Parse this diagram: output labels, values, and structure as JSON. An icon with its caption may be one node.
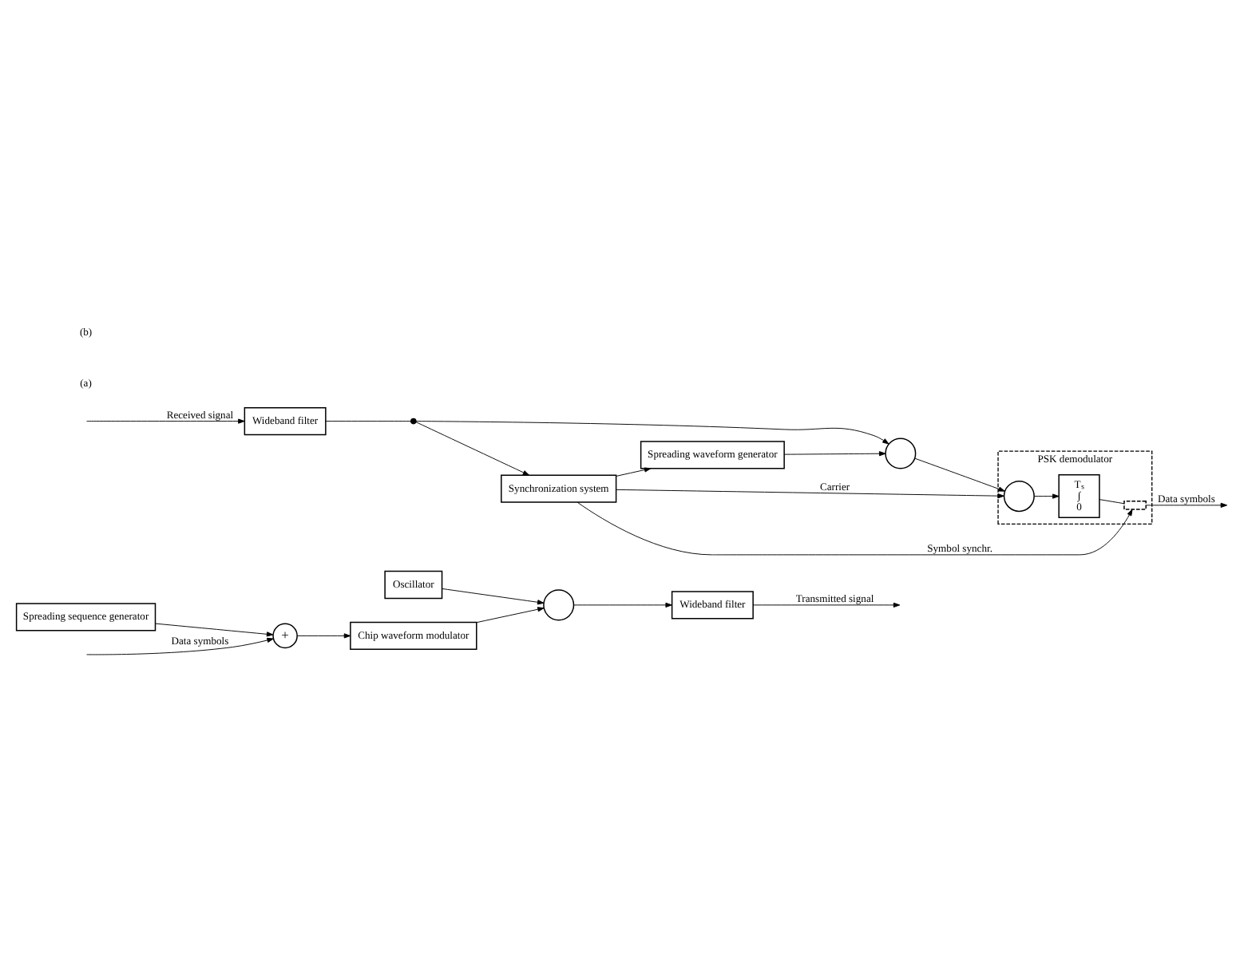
{
  "diagram": {
    "nodes": [
      {
        "text": [
          "+"
        ]
      },
      {
        "text": [
          "Chip waveform modulator"
        ]
      },
      {
        "text": [],
        "shape": "circle"
      },
      {
        "text": [
          "Spreading sequence generator"
        ]
      },
      {
        "text": [
          "Oscillator"
        ]
      },
      {
        "text": [
          "Wideband filter"
        ]
      },
      {
        "text": [
          "Wideband filter"
        ]
      },
      {
        "text": [],
        "shape": "dot"
      },
      {
        "text": [],
        "shape": "circle"
      },
      {
        "text": [
          "PSK demodulator"
        ]
      },
      {
        "text": [],
        "shape": "circle",
        "in": 9
      },
      {
        "text": [
          "Tₛ",
          "∫",
          "0"
        ],
        "in": 9
      },
      {
        "text": [],
        "shape": "switch",
        "in": 9
      },
      {
        "text": [
          "Spreading waveform generator"
        ]
      },
      {
        "text": [
          "Synchronization system"
        ]
      }
    ],
    "edges": [
      {
        "from": null,
        "to": 0,
        "arrow": "to",
        "label": "Data symbols"
      },
      {
        "from": 3,
        "to": 0,
        "arrow": "to"
      },
      {
        "from": 0,
        "to": 1,
        "arrow": "to"
      },
      {
        "from": 1,
        "to": 2,
        "arrow": "to"
      },
      {
        "from": 4,
        "to": 2,
        "arrow": "to"
      },
      {
        "from": 2,
        "to": 5,
        "arrow": "to"
      },
      {
        "from": 5,
        "to": null,
        "arrow": "to",
        "label": "Transmitted signal"
      },
      {
        "from": null,
        "to": 6,
        "arrow": "to",
        "label": "Received signal"
      },
      {
        "from": 6,
        "to": 7,
        "arrow": "none"
      },
      {
        "from": 7,
        "to": 8,
        "arrow": "to"
      },
      {
        "from": 8,
        "to": 10,
        "arrow": "to"
      },
      {
        "from": 10,
        "to": 11,
        "arrow": "to"
      },
      {
        "from": 11,
        "to": 12,
        "arrow": "none"
      },
      {
        "from": 12,
        "to": null,
        "arrow": "to",
        "label": "Data symbols"
      },
      {
        "from": 13,
        "to": 8,
        "arrow": "to"
      },
      {
        "from": 14,
        "to": 13,
        "arrow": "to"
      },
      {
        "from": 14,
        "to": 10,
        "arrow": "to",
        "label": "Carrier"
      },
      {
        "from": 14,
        "to": 12,
        "arrow": "to",
        "label": "Symbol synchr."
      },
      {
        "from": 7,
        "to": 14,
        "arrow": "to"
      }
    ],
    "labels": [
      "(a)",
      "(b)"
    ]
  }
}
